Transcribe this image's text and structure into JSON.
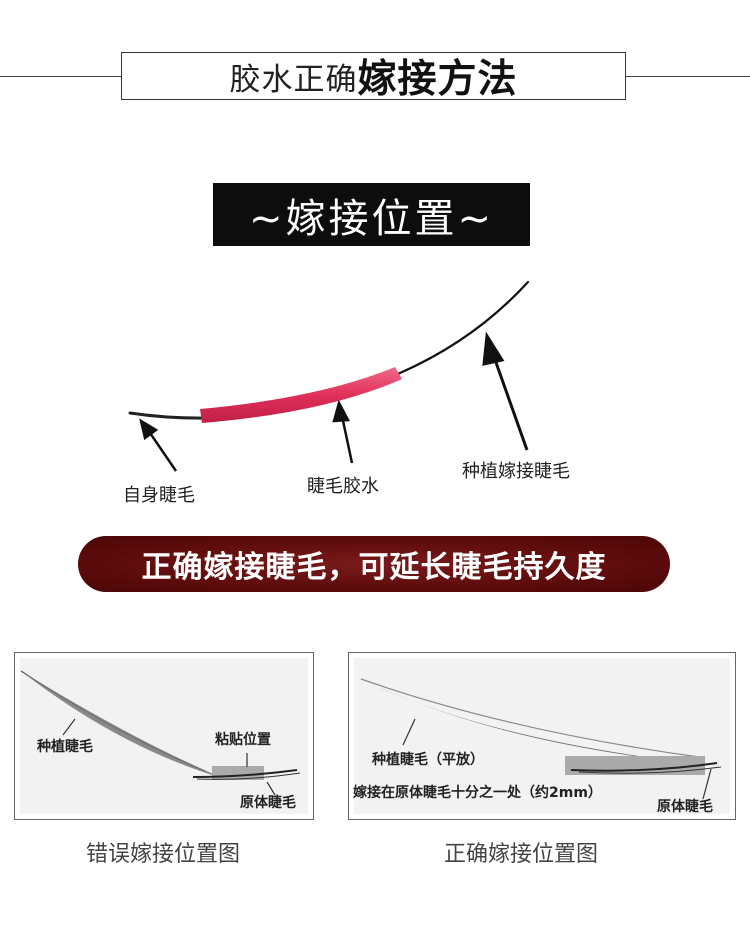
{
  "title": {
    "light": "胶水正确",
    "bold": "嫁接方法"
  },
  "section_header": "~嫁接位置~",
  "diagram": {
    "label_natural": "自身睫毛",
    "label_glue": "睫毛胶水",
    "label_extension": "种植嫁接睫毛"
  },
  "banner": "正确嫁接睫毛，可延长睫毛持久度",
  "wrong_panel": {
    "label_extension": "种植睫毛",
    "label_glue_spot": "粘贴位置",
    "label_natural": "原体睫毛",
    "caption": "错误嫁接位置图"
  },
  "correct_panel": {
    "label_extension": "种植睫毛（平放）",
    "label_position": "嫁接在原体睫毛十分之一处（约2mm）",
    "label_natural": "原体睫毛",
    "caption": "正确嫁接位置图"
  },
  "colors": {
    "banner": "#5a0a0a",
    "glue": "#e0305a",
    "header_bg": "#0d0d0d"
  }
}
